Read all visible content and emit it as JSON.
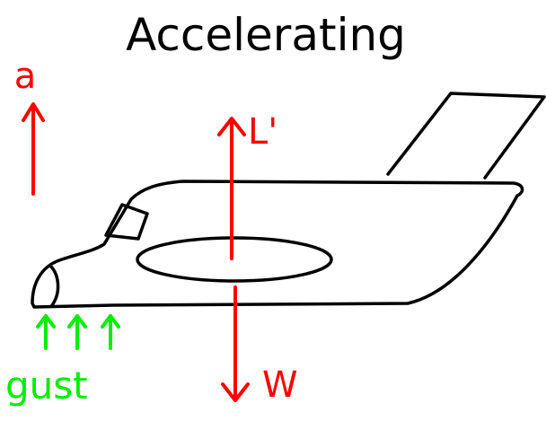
{
  "title": "Accelerating",
  "labels": {
    "acceleration": "a",
    "lift": "L'",
    "weight": "W",
    "gust": "gust"
  },
  "colors": {
    "outline": "#000000",
    "force": "#ff0000",
    "gust": "#00ee00",
    "background": "#ffffff"
  }
}
